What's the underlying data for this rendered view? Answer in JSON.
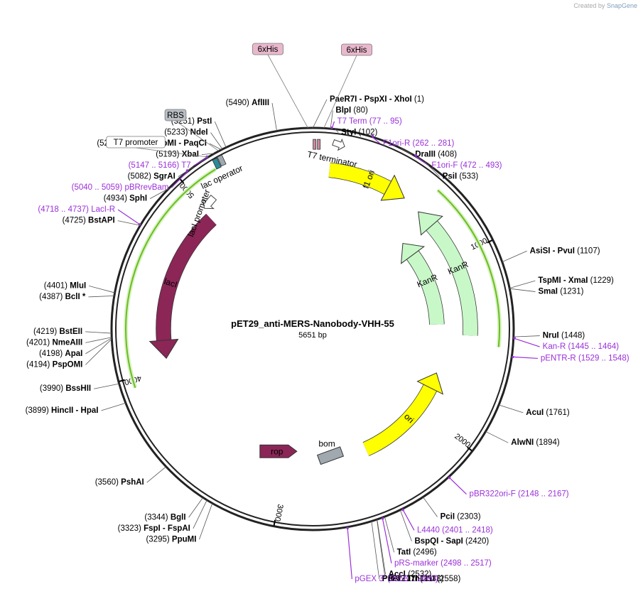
{
  "credit": {
    "prefix": "Created by",
    "brand": "SnapGene"
  },
  "map": {
    "title": "pET29_anti-MERS-Nanobody-VHH-55",
    "length_label": "5651 bp",
    "length": 5651,
    "tick_labels": [
      "1000",
      "2000",
      "3000",
      "4000",
      "5000"
    ]
  },
  "colors": {
    "site": "#000000",
    "primer": "#9b30d9",
    "f1_ori": "#ffff00",
    "kan": "#c8f8c8",
    "lacI": "#8b2657",
    "green_arrow": "#6abe20",
    "bom": "#a0a8b0",
    "rbs": "#b8bec4",
    "his": "#e9b8cc"
  },
  "sites": [
    {
      "label_pos": "(1)",
      "name": "PaeR7I - PspXI - XhoI",
      "pos": 1
    },
    {
      "label_pos": "(80)",
      "name": "BlpI",
      "pos": 80
    },
    {
      "label_pos": "(102)",
      "name": "StyI",
      "pos": 102
    },
    {
      "label_pos": "(408)",
      "name": "DraIII",
      "pos": 408
    },
    {
      "label_pos": "(533)",
      "name": "PsiI",
      "pos": 533
    },
    {
      "label_pos": "(1107)",
      "name": "AsiSI - PvuI",
      "pos": 1107
    },
    {
      "label_pos": "(1229)",
      "name": "TspMI - XmaI",
      "pos": 1229
    },
    {
      "label_pos": "(1231)",
      "name": "SmaI",
      "pos": 1231
    },
    {
      "label_pos": "(1448)",
      "name": "NruI",
      "pos": 1448
    },
    {
      "label_pos": "(1761)",
      "name": "AcuI",
      "pos": 1761
    },
    {
      "label_pos": "(1894)",
      "name": "AlwNI",
      "pos": 1894
    },
    {
      "label_pos": "(2303)",
      "name": "PciI",
      "pos": 2303
    },
    {
      "label_pos": "(2420)",
      "name": "BspQI - SapI",
      "pos": 2420
    },
    {
      "label_pos": "(2496)",
      "name": "TatI",
      "pos": 2496
    },
    {
      "label_pos": "(2532)",
      "name": "AccI",
      "pos": 2532
    },
    {
      "label_pos": "(2533)",
      "name": "BstZ17I",
      "pos": 2533
    },
    {
      "label_pos": "(2558)",
      "name": "PflFI - Tth111I",
      "pos": 2558
    },
    {
      "label_pos": "(3295)",
      "name": "PpuMI",
      "pos": 3295
    },
    {
      "label_pos": "(3323)",
      "name": "FspI - FspAI",
      "pos": 3323
    },
    {
      "label_pos": "(3344)",
      "name": "BglI",
      "pos": 3344
    },
    {
      "label_pos": "(3560)",
      "name": "PshAI",
      "pos": 3560
    },
    {
      "label_pos": "(3899)",
      "name": "HincII - HpaI",
      "pos": 3899
    },
    {
      "label_pos": "(3990)",
      "name": "BssHII",
      "pos": 3990
    },
    {
      "label_pos": "(4194)",
      "name": "PspOMI",
      "pos": 4194
    },
    {
      "label_pos": "(4198)",
      "name": "ApaI",
      "pos": 4198
    },
    {
      "label_pos": "(4201)",
      "name": "NmeAIII",
      "pos": 4201
    },
    {
      "label_pos": "(4219)",
      "name": "BstEII",
      "pos": 4219
    },
    {
      "label_pos": "(4387)",
      "name": "BclI *",
      "pos": 4387
    },
    {
      "label_pos": "(4401)",
      "name": "MluI",
      "pos": 4401
    },
    {
      "label_pos": "(4725)",
      "name": "BstAPI",
      "pos": 4725
    },
    {
      "label_pos": "(4934)",
      "name": "SphI",
      "pos": 4934
    },
    {
      "label_pos": "(5082)",
      "name": "SgrAI",
      "pos": 5082
    },
    {
      "label_pos": "(5193)",
      "name": "XbaI",
      "pos": 5193
    },
    {
      "label_pos": "(5228)",
      "name": "BfuAI - BspMI - PaqCI",
      "pos": 5228
    },
    {
      "label_pos": "(5233)",
      "name": "NdeI",
      "pos": 5233
    },
    {
      "label_pos": "(5251)",
      "name": "PstI",
      "pos": 5251
    },
    {
      "label_pos": "(5490)",
      "name": "AflIII",
      "pos": 5490
    }
  ],
  "primers": [
    {
      "name": "T7 Term",
      "range": "(77 .. 95)",
      "pos": 86
    },
    {
      "name": "F1ori-R",
      "range": "(262 .. 281)",
      "pos": 271
    },
    {
      "name": "F1ori-F",
      "range": "(472 .. 493)",
      "pos": 482
    },
    {
      "name": "Kan-R",
      "range": "(1445 .. 1464)",
      "pos": 1454
    },
    {
      "name": "pENTR-R",
      "range": "(1529 .. 1548)",
      "pos": 1538
    },
    {
      "name": "pBR322ori-F",
      "range": "(2148 .. 2167)",
      "pos": 2157
    },
    {
      "name": "L4440",
      "range": "(2401 .. 2418)",
      "pos": 2409
    },
    {
      "name": "pRS-marker",
      "range": "(2498 .. 2517)",
      "pos": 2507
    },
    {
      "name": "pGEX 3'",
      "range": "(2658 .. 2680)",
      "pos": 2669
    },
    {
      "name": "LacI-R",
      "range": "(4718 .. 4737)",
      "pos": 4727
    },
    {
      "name": "pBRrevBam",
      "range": "(5040 .. 5059)",
      "pos": 5049
    },
    {
      "name": "T7",
      "range": "(5147 .. 5166)",
      "pos": 5156
    }
  ],
  "features": [
    {
      "name": "f1 ori",
      "type": "arrow-cw",
      "start": 95,
      "end": 550,
      "color": "#ffff00"
    },
    {
      "name": "KanR",
      "type": "arrow-ccw",
      "start": 1450,
      "end": 660,
      "color": "#c8f8c8"
    },
    {
      "name": "KanR",
      "type": "arrow-ccw-inner",
      "start": 1380,
      "end": 730,
      "color": "#c8f8c8"
    },
    {
      "name": "ori",
      "type": "arrow-ccw",
      "start": 2450,
      "end": 1720,
      "color": "#ffff00"
    },
    {
      "name": "rop",
      "type": "arrow-cw",
      "start": 2990,
      "end": 3190,
      "color": "#8b2657"
    },
    {
      "name": "bom",
      "type": "box",
      "start": 2640,
      "end": 2760,
      "color": "#a0a8b0"
    },
    {
      "name": "lacI",
      "type": "arrow-ccw",
      "start": 4980,
      "end": 4060,
      "color": "#8b2657"
    },
    {
      "name": "lacI promoter",
      "type": "promoter",
      "pos": 5040
    },
    {
      "name": "lac operator",
      "type": "small-box",
      "pos": 5180
    },
    {
      "name": "T7 terminator",
      "type": "terminator",
      "pos": 60
    }
  ],
  "box_labels": [
    {
      "text": "6xHis",
      "pos": 5630
    },
    {
      "text": "6xHis",
      "pos": 50
    },
    {
      "text": "RBS",
      "pos": 5215
    },
    {
      "text": "T7 promoter",
      "pos": 5160
    }
  ]
}
